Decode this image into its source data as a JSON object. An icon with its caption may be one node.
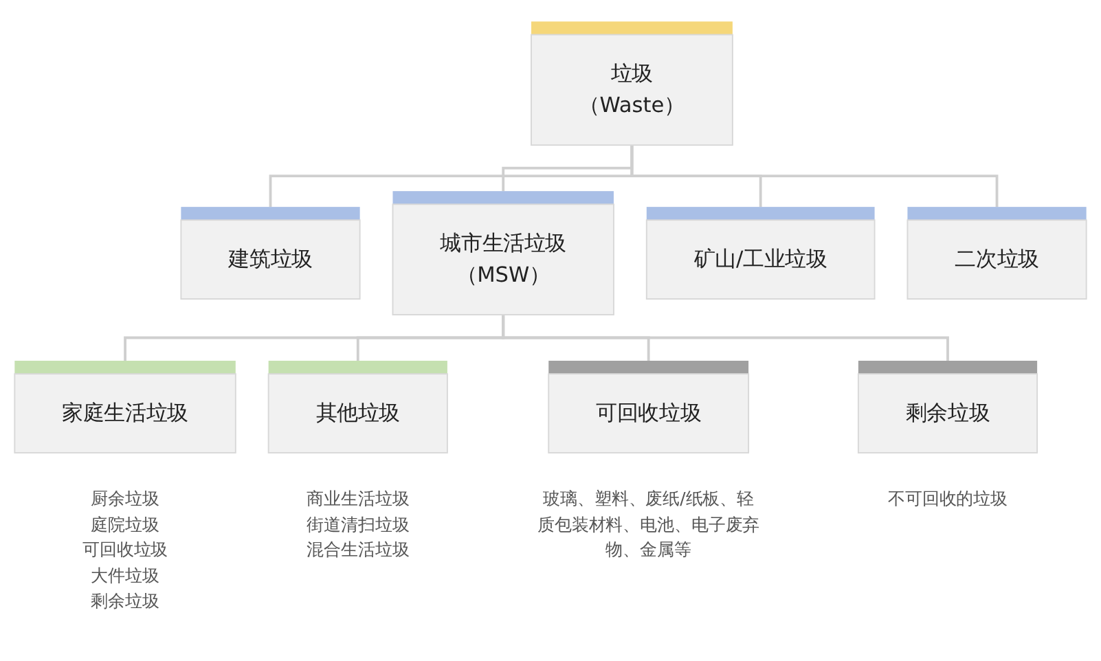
{
  "diagram": {
    "nodes": [
      {
        "text": [
          "垃圾",
          "（Waste）"
        ]
      },
      {
        "text": [
          "建筑垃圾"
        ]
      },
      {
        "text": [
          "城市生活垃圾",
          "（MSW）"
        ]
      },
      {
        "text": [
          "矿山/工业垃圾"
        ]
      },
      {
        "text": [
          "二次垃圾"
        ]
      },
      {
        "text": [
          "家庭生活垃圾"
        ],
        "beside": [
          "厨余垃圾",
          "庭院垃圾",
          "可回收垃圾",
          "大件垃圾",
          "剩余垃圾"
        ]
      },
      {
        "text": [
          "其他垃圾"
        ],
        "beside": [
          "商业生活垃圾",
          "街道清扫垃圾",
          "混合生活垃圾"
        ]
      },
      {
        "text": [
          "可回收垃圾"
        ],
        "beside": [
          "玻璃、塑料、废纸/纸板、轻质包装材料、电池、电子废弃物、金属等"
        ]
      },
      {
        "text": [
          "剩余垃圾"
        ],
        "beside": [
          "不可回收的垃圾"
        ]
      }
    ],
    "edges": [
      {
        "from": 0,
        "to": 1,
        "arrow": "none"
      },
      {
        "from": 0,
        "to": 2,
        "arrow": "none"
      },
      {
        "from": 0,
        "to": 3,
        "arrow": "none"
      },
      {
        "from": 0,
        "to": 4,
        "arrow": "none"
      },
      {
        "from": 2,
        "to": 5,
        "arrow": "none"
      },
      {
        "from": 2,
        "to": 6,
        "arrow": "none"
      },
      {
        "from": 2,
        "to": 7,
        "arrow": "none"
      },
      {
        "from": 2,
        "to": 8,
        "arrow": "none"
      }
    ]
  }
}
